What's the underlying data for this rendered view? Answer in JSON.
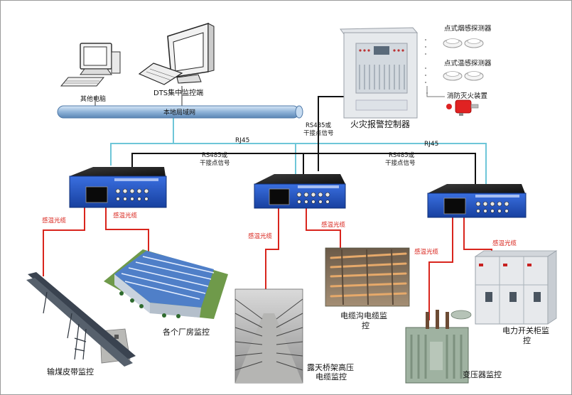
{
  "labels": {
    "other_pc": "其他电脑",
    "dts_pc": "DTS集中监控端",
    "lan": "本地局域网",
    "fire_controller": "火灾报警控制器",
    "smoke_detector": "点式烟感探测器",
    "temp_detector": "点式温感探测器",
    "fire_extinguisher": "消防灭火装置",
    "rs485_dry_1": "RS485或",
    "rs485_dry_2": "干接点信号",
    "rj45_left": "RJ45",
    "rj45_right": "RJ45",
    "rs485_left_1": "RS485或",
    "rs485_left_2": "干接点信号",
    "rs485_right_1": "RS485或",
    "rs485_right_2": "干接点信号",
    "cable_1": "感温光缆",
    "cable_2": "感温光缆",
    "cable_3": "感温光缆",
    "cable_4": "感温光缆",
    "cable_5": "感温光缆",
    "cable_6": "感温光缆",
    "coal_belt": "输煤皮带监控",
    "factory": "各个厂房监控",
    "bridge_1": "露天桥架高压",
    "bridge_2": "电缆监控",
    "trench_1": "电缆沟电缆监",
    "trench_2": "控",
    "transformer": "变压器监控",
    "switchgear_1": "电力开关柜监",
    "switchgear_2": "控"
  },
  "colors": {
    "lan_pipe": "#8fb3d8",
    "rj45_line": "#6ec6d8",
    "rs485_line": "#111111",
    "fiber_line": "#d9251d",
    "fiber_label": "#d9251d",
    "dts_unit": "#1e4fbf"
  }
}
